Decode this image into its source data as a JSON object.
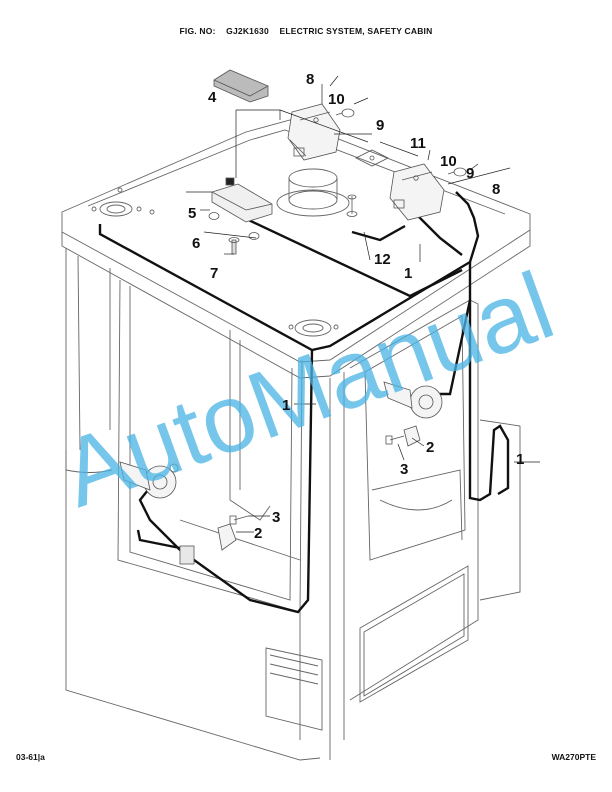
{
  "header": {
    "fig_label": "FIG. NO:",
    "fig_number": "GJ2K1630",
    "title": "ELECTRIC SYSTEM, SAFETY CABIN"
  },
  "footer": {
    "page_ref": "03-61|a",
    "model": "WA270PTE"
  },
  "watermark": "AutoManual",
  "callouts": [
    "4",
    "8",
    "10",
    "9",
    "11",
    "10",
    "9",
    "8",
    "5",
    "6",
    "7",
    "12",
    "1",
    "1",
    "1",
    "2",
    "3",
    "3",
    "2"
  ]
}
